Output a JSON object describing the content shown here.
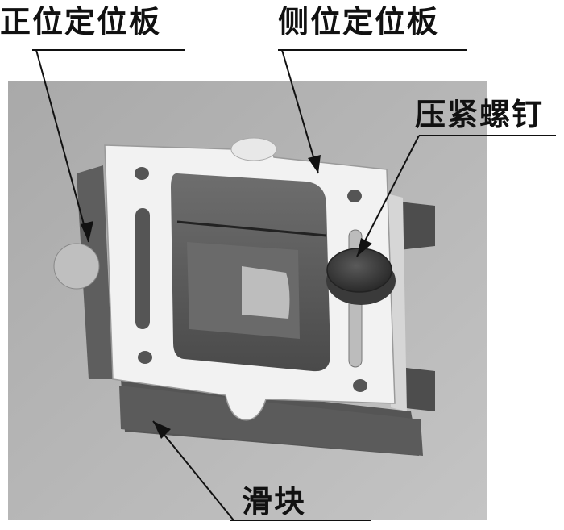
{
  "labels": {
    "front_plate": "正位定位板",
    "side_plate": "侧位定位板",
    "screw": "压紧螺钉",
    "slider": "滑块"
  }
}
